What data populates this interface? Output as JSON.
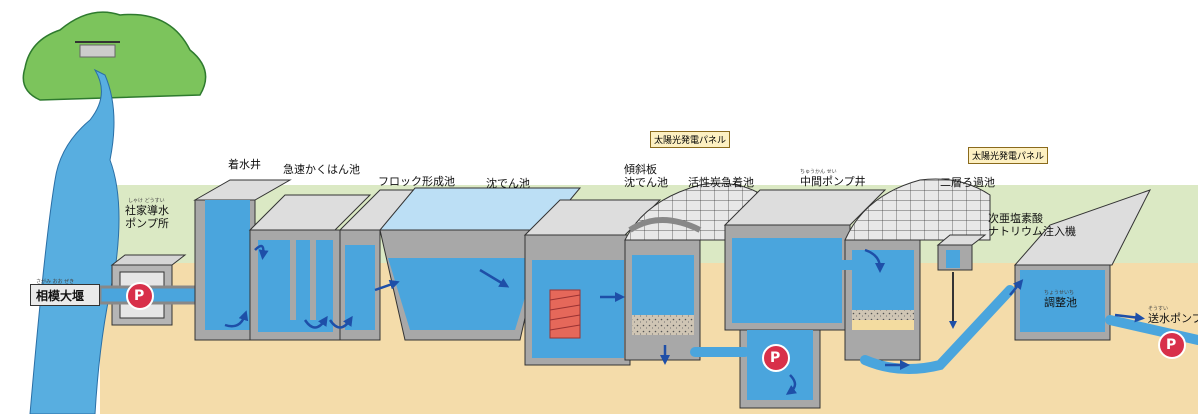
{
  "labels": {
    "dam": "相模大堰",
    "intake_pump": "社家導水\nポンプ所",
    "receiving_well": "着水井",
    "rapid_mix": "急速かくはん池",
    "floc": "フロック形成池",
    "sedimentation": "沈でん池",
    "inclined_plate": "傾斜板\n沈でん池",
    "activated_carbon": "活性炭急着池",
    "mid_pump_well": "中間ポンプ井",
    "double_filter": "二層ろ過池",
    "hypochlorite": "次亜塩素酸\nナトリウム注入機",
    "adjustment_pond": "調整池",
    "delivery_pump": "送水ポンプ",
    "solar_1": "太陽光発電パネル",
    "solar_2": "太陽光発電パネル",
    "pump_symbol": "P"
  },
  "ruby": {
    "dam": "さがみ おお ぜき",
    "intake_pump": "しゃけ どうすい",
    "mid_pump_well": "ちゅうかん せい",
    "adjustment_pond": "ちょうせいち",
    "delivery_pump": "そうすい"
  },
  "colors": {
    "water": "#4aa5dd",
    "concrete": "#a8a8a8",
    "ground": "#f4dcaa",
    "grass": "#d8e9c0",
    "river": "#58aee0",
    "arrow": "#1e4fa8",
    "pump": "#d8304a"
  }
}
